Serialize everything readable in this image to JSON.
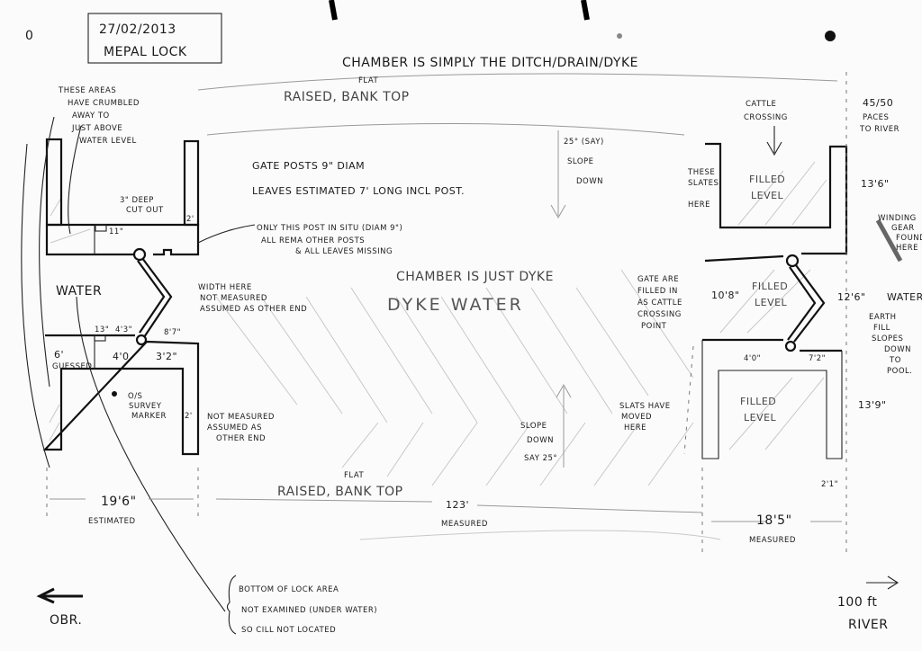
{
  "header": {
    "page_mark": "0",
    "date": "27/02/2013",
    "site": "MEPAL LOCK",
    "chamber_note": "CHAMBER IS SIMPLY THE DITCH/DRAIN/DYKE"
  },
  "bank_top_upper": {
    "label": "RAISED, BANK TOP",
    "insert": "FLAT"
  },
  "bank_top_lower": {
    "label": "RAISED, BANK TOP",
    "insert": "FLAT"
  },
  "left_lock": {
    "crumbled_note": [
      "THESE AREAS",
      "HAVE CRUMBLED",
      "AWAY TO",
      "JUST ABOVE",
      "WATER LEVEL"
    ],
    "cutout_note": [
      "3\" DEEP",
      "CUT OUT"
    ],
    "dims": {
      "cutout_width": "11\"",
      "upper_wall": "2'",
      "lower_a": "13\"",
      "lower_b": "4'3\"",
      "lower_c": "8'7\"",
      "guessed_width": "6'",
      "guessed_label": "GUESSED",
      "depth_a": "4'0",
      "depth_b": "3'2\"",
      "lower_wall": "2'"
    },
    "water": "WATER",
    "survey_marker": [
      "O/S",
      "SURVEY",
      "MARKER"
    ],
    "width_note": [
      "WIDTH HERE",
      "NOT MEASURED",
      "ASSUMED AS OTHER END"
    ],
    "not_measured_note": [
      "NOT MEASURED",
      "ASSUMED AS",
      "OTHER END"
    ],
    "overall_width": "19'6\"",
    "overall_label": "ESTIMATED"
  },
  "gate_notes": {
    "posts": "GATE POSTS 9\" DIAM",
    "leaves": "LEAVES ESTIMATED 7' LONG INCL POST.",
    "in_situ": [
      "ONLY THIS POST IN SITU (DIAM 9\")",
      "ALL REMA OTHER POSTS",
      "& ALL LEAVES MISSING"
    ]
  },
  "middle": {
    "slope_top": [
      "25° (SAY)",
      "SLOPE",
      "DOWN"
    ],
    "chamber_just_dyke": "CHAMBER IS JUST DYKE",
    "dyke_water": "DYKE WATER",
    "slope_bottom": [
      "SLOPE",
      "DOWN",
      "SAY 25°"
    ],
    "length": "123'",
    "length_label": "MEASURED"
  },
  "right_lock": {
    "cattle_crossing": [
      "CATTLE",
      "CROSSING"
    ],
    "paces": [
      "45/50",
      "PACES",
      "TO RIVER"
    ],
    "slates_note": [
      "THESE",
      "SLATES",
      "HERE"
    ],
    "filled_upper": [
      "FILLED",
      "LEVEL"
    ],
    "upper_len": "13'6\"",
    "winding_gear": [
      "WINDING",
      "GEAR",
      "FOUND",
      "HERE"
    ],
    "gate_note": [
      "GATE ARE",
      "FILLED IN",
      "AS CATTLE",
      "CROSSING",
      "POINT"
    ],
    "gate_width": "10'8\"",
    "filled_middle": [
      "FILLED",
      "LEVEL"
    ],
    "gate_len": "12'6\"",
    "water": "WATER",
    "earth_fill": [
      "EARTH",
      "FILL",
      "SLOPES",
      "DOWN",
      "TO",
      "POOL."
    ],
    "depth": "4'0\"",
    "leaf_gap": "7'2\"",
    "slats_note": [
      "SLATS HAVE",
      "MOVED",
      "HERE"
    ],
    "filled_lower": [
      "FILLED",
      "LEVEL"
    ],
    "lower_len": "13'9\"",
    "wall": "2'1\"",
    "overall_width": "18'5\"",
    "overall_label": "MEASURED"
  },
  "footer": {
    "bottom_note": [
      "BOTTOM OF LOCK AREA",
      "NOT EXAMINED (UNDER WATER)",
      "SO CILL NOT LOCATED"
    ],
    "left_direction": "OBR.",
    "right_direction": [
      "100 ft",
      "RIVER"
    ]
  }
}
